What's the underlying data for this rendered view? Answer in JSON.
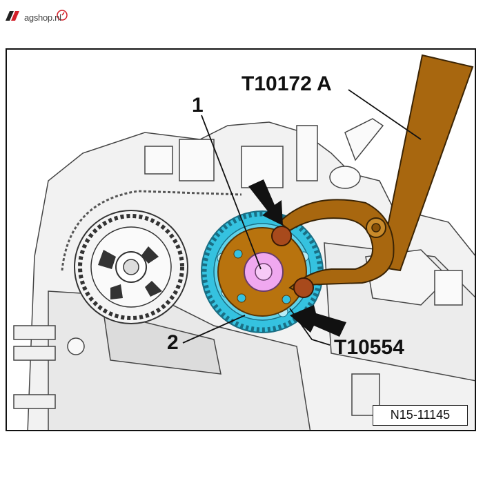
{
  "logo": {
    "brand": "agshop.nl"
  },
  "callouts": {
    "tool_wrench": "T10172 A",
    "item_1": "1",
    "item_2": "2",
    "tool_pin": "T10554"
  },
  "figure_ref": "N15-11145",
  "colors": {
    "wrench": "#a8670f",
    "sprocket": "#35c2e0",
    "hub": "#b8730e",
    "bolt": "#f0a8f0",
    "pins": "#a84a1c",
    "line_art": "#222222"
  },
  "icons": {
    "logo_mark": "logo-mark-icon",
    "arrows": "pointer-arrow-icon"
  }
}
